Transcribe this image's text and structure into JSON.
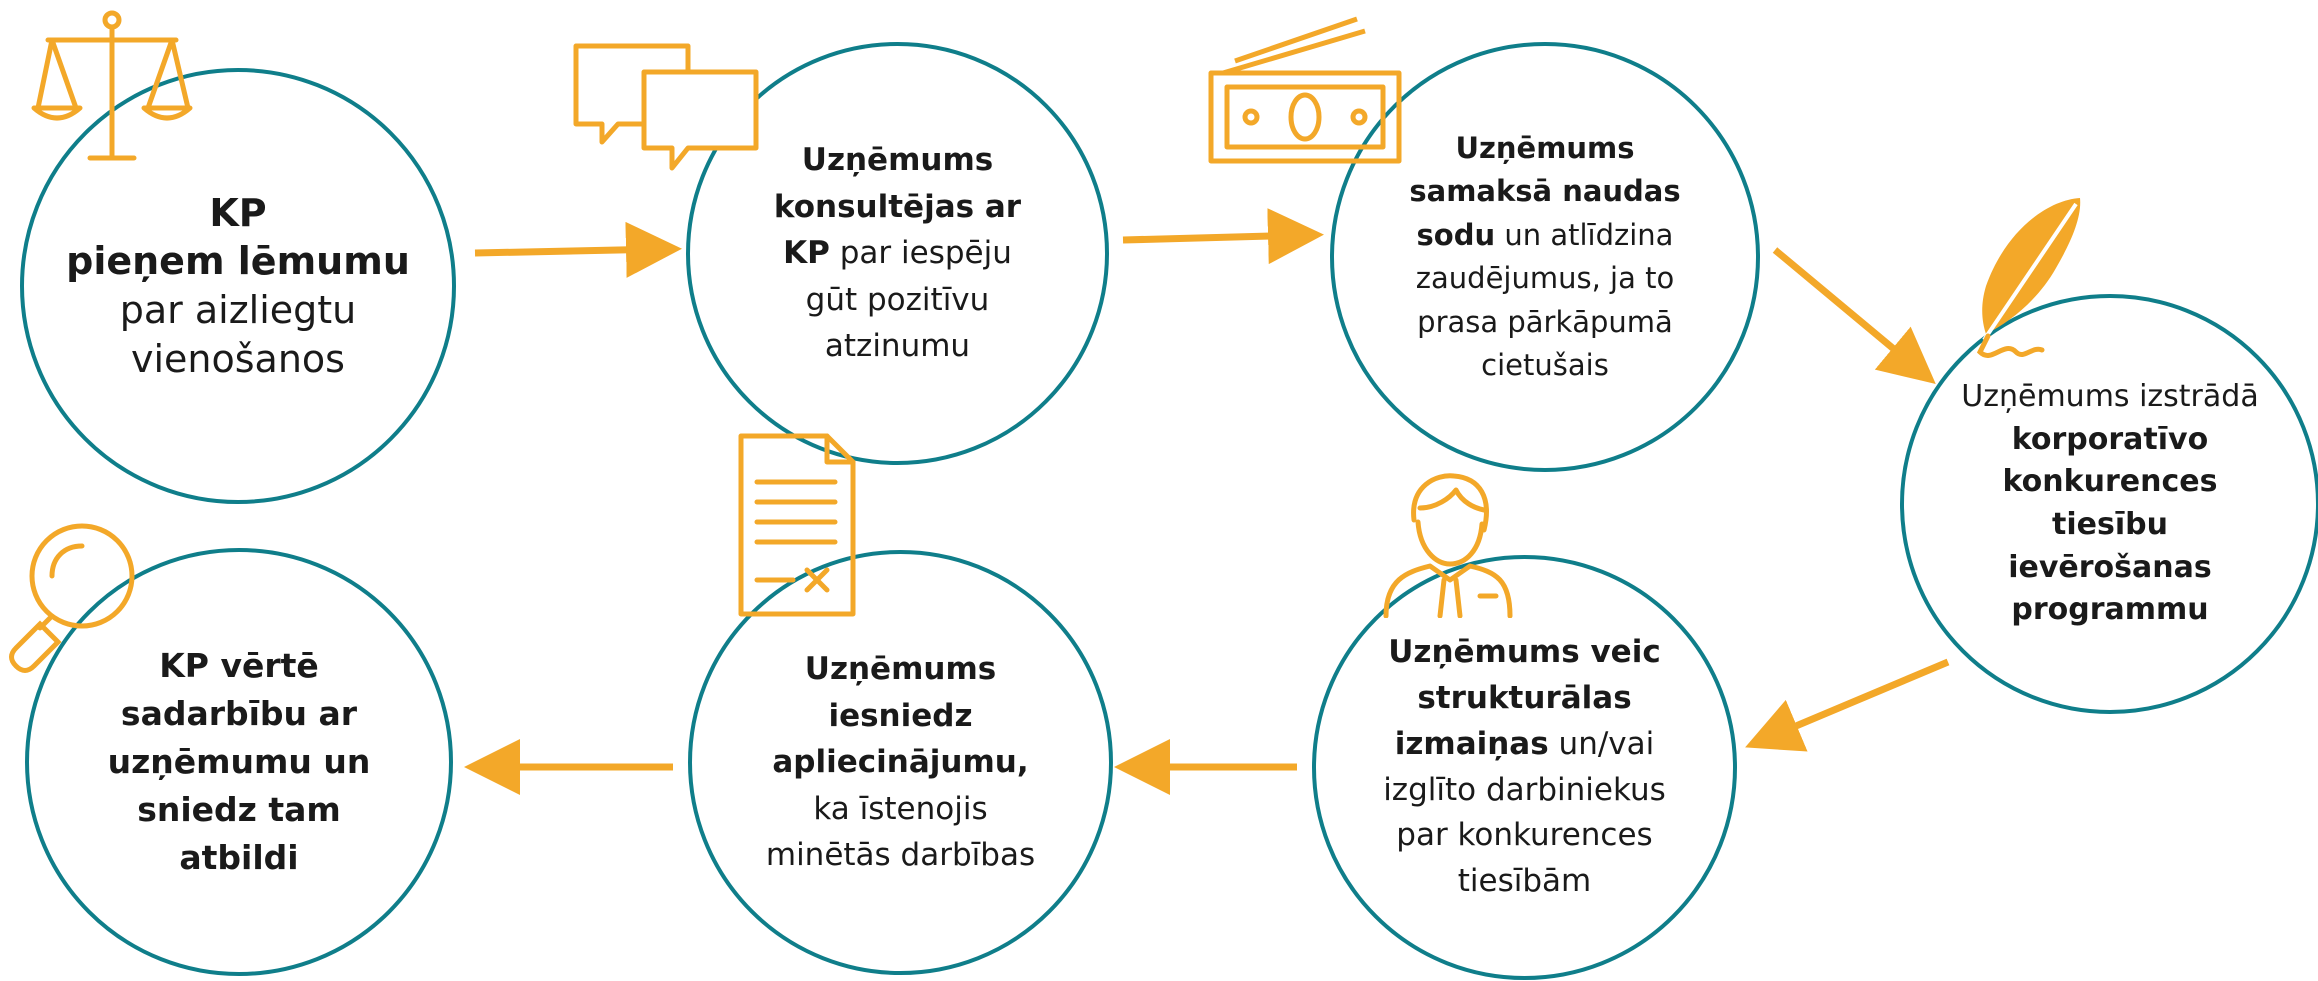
{
  "colors": {
    "accent": "#F3A829",
    "circle": "#0F7E8A",
    "text": "#1A1A1A"
  },
  "steps": [
    {
      "icon": "scales-icon",
      "parts": [
        {
          "t": "KP",
          "b": true
        },
        {
          "t": "br"
        },
        {
          "t": "pieņem lēmumu",
          "b": true
        },
        {
          "t": "br"
        },
        {
          "t": "par aizliegtu"
        },
        {
          "t": "br"
        },
        {
          "t": "vienošanos"
        }
      ]
    },
    {
      "icon": "speech-bubbles-icon",
      "parts": [
        {
          "t": "Uzņēmums",
          "b": true
        },
        {
          "t": "br"
        },
        {
          "t": "konsultējas ar",
          "b": true
        },
        {
          "t": "br"
        },
        {
          "t": "KP",
          "b": true
        },
        {
          "t": " par iespēju"
        },
        {
          "t": "br"
        },
        {
          "t": "gūt pozitīvu"
        },
        {
          "t": "br"
        },
        {
          "t": "atzinumu"
        }
      ]
    },
    {
      "icon": "banknote-icon",
      "parts": [
        {
          "t": "Uzņēmums",
          "b": true
        },
        {
          "t": "br"
        },
        {
          "t": "samaksā naudas",
          "b": true
        },
        {
          "t": "br"
        },
        {
          "t": "sodu",
          "b": true
        },
        {
          "t": " un atlīdzina"
        },
        {
          "t": "br"
        },
        {
          "t": "zaudējumus, ja to"
        },
        {
          "t": "br"
        },
        {
          "t": "prasa pārkāpumā"
        },
        {
          "t": "br"
        },
        {
          "t": "cietušais"
        }
      ]
    },
    {
      "icon": "quill-icon",
      "parts": [
        {
          "t": "Uzņēmums izstrādā"
        },
        {
          "t": "br"
        },
        {
          "t": "korporatīvo",
          "b": true
        },
        {
          "t": "br"
        },
        {
          "t": "konkurences",
          "b": true
        },
        {
          "t": "br"
        },
        {
          "t": "tiesību",
          "b": true
        },
        {
          "t": "br"
        },
        {
          "t": "ievērošanas",
          "b": true
        },
        {
          "t": "br"
        },
        {
          "t": "programmu",
          "b": true
        }
      ]
    },
    {
      "icon": "employee-icon",
      "parts": [
        {
          "t": "Uzņēmums veic",
          "b": true
        },
        {
          "t": "br"
        },
        {
          "t": "strukturālas",
          "b": true
        },
        {
          "t": "br"
        },
        {
          "t": "izmaiņas",
          "b": true
        },
        {
          "t": " un/vai"
        },
        {
          "t": "br"
        },
        {
          "t": "izglīto darbiniekus"
        },
        {
          "t": "br"
        },
        {
          "t": "par konkurences"
        },
        {
          "t": "br"
        },
        {
          "t": "tiesībām"
        }
      ]
    },
    {
      "icon": "document-icon",
      "parts": [
        {
          "t": "Uzņēmums",
          "b": true
        },
        {
          "t": "br"
        },
        {
          "t": "iesniedz",
          "b": true
        },
        {
          "t": "br"
        },
        {
          "t": "apliecinājumu,",
          "b": true
        },
        {
          "t": "br"
        },
        {
          "t": "ka īstenojis"
        },
        {
          "t": "br"
        },
        {
          "t": "minētās darbības"
        }
      ]
    },
    {
      "icon": "magnifier-icon",
      "parts": [
        {
          "t": "KP vērtē",
          "b": true
        },
        {
          "t": "br"
        },
        {
          "t": "sadarbību ar",
          "b": true
        },
        {
          "t": "br"
        },
        {
          "t": "uzņēmumu un",
          "b": true
        },
        {
          "t": "br"
        },
        {
          "t": "sniedz tam",
          "b": true
        },
        {
          "t": "br"
        },
        {
          "t": "atbildi",
          "b": true
        }
      ]
    }
  ]
}
